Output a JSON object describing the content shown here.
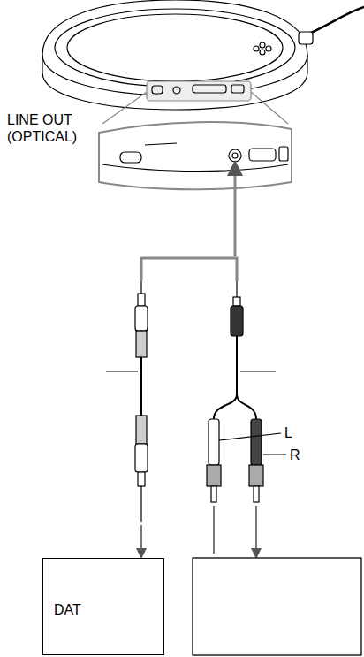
{
  "diagram": {
    "nodes": [
      {
        "text": [
          "DAT"
        ]
      }
    ],
    "labels": [
      "LINE OUT (OPTICAL)",
      "L",
      "R"
    ]
  }
}
